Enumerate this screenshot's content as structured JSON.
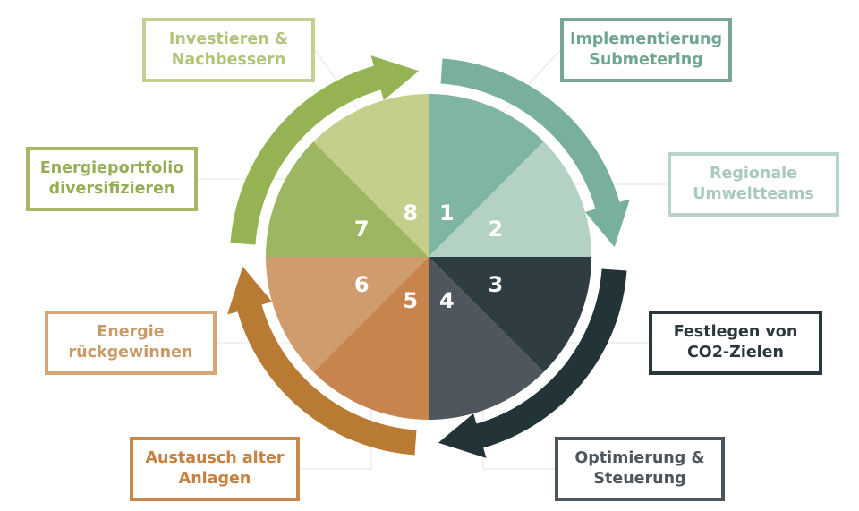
{
  "colors": {
    "1": "#7fb5a3",
    "2": "#b4d2c4",
    "3": "#2f3d43",
    "4": "#4f565d",
    "5": "#c7844c",
    "6": "#cf9c6e",
    "7": "#9cb662",
    "8": "#c3cf8b"
  },
  "arrow_colors": [
    "#78b09c",
    "#233439",
    "#b97a34",
    "#96b353"
  ],
  "box_colors": {
    "1": {
      "border": "#78a894",
      "text": "#6fa690"
    },
    "2": {
      "border": "#b8d3c7",
      "text": "#a8cbbb"
    },
    "3": {
      "border": "#2a373c",
      "text": "#2a373c"
    },
    "4": {
      "border": "#4d565c",
      "text": "#4d565c"
    },
    "5": {
      "border": "#c9874a",
      "text": "#c78040"
    },
    "6": {
      "border": "#d4a678",
      "text": "#c99a68"
    },
    "7": {
      "border": "#a4b867",
      "text": "#95ad55"
    },
    "8": {
      "border": "#c3cf93",
      "text": "#b1c477"
    }
  },
  "segments": [
    {
      "num": "1",
      "label": "Implementierung\nSubmetering"
    },
    {
      "num": "2",
      "label": "Regionale\nUmweltteams"
    },
    {
      "num": "3",
      "label": "Festlegen von\nCO2-Zielen"
    },
    {
      "num": "4",
      "label": "Optimierung &\nSteuerung"
    },
    {
      "num": "5",
      "label": "Austausch alter\nAnlagen"
    },
    {
      "num": "6",
      "label": "Energie\nrückgewinnen"
    },
    {
      "num": "7",
      "label": "Energieportfolio\ndiversifizieren"
    },
    {
      "num": "8",
      "label": "Investieren &\nNachbessern"
    }
  ]
}
